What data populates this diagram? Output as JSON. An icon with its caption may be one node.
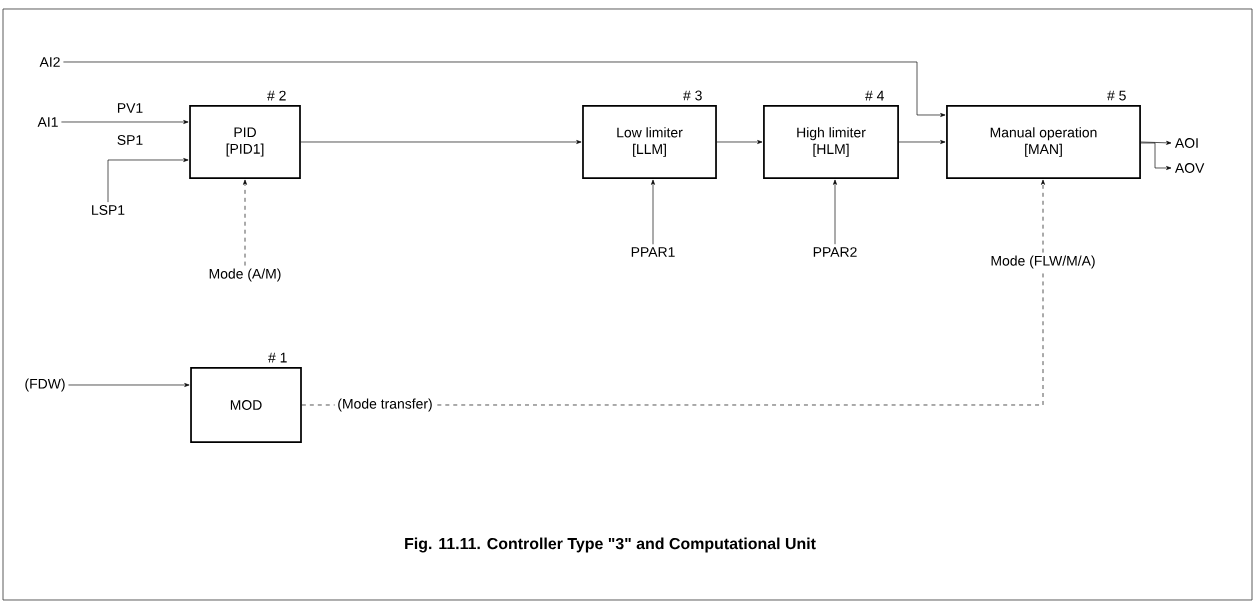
{
  "diagram": {
    "caption": "Fig. 11.11.   Controller Type \"3\" and Computational Unit",
    "nodes": [
      {
        "text": [
          "AI2"
        ]
      },
      {
        "text": [
          "AI1"
        ]
      },
      {
        "text": [
          "LSP1"
        ]
      },
      {
        "text": [
          "# 2",
          "PID [PID1]"
        ]
      },
      {
        "text": [
          "Mode (A/M)"
        ]
      },
      {
        "text": [
          "# 3",
          "Low limiter [LLM]"
        ]
      },
      {
        "text": [
          "PPAR1"
        ]
      },
      {
        "text": [
          "# 4",
          "High limiter [HLM]"
        ]
      },
      {
        "text": [
          "PPAR2"
        ]
      },
      {
        "text": [
          "# 5",
          "Manual operation [MAN]"
        ]
      },
      {
        "text": [
          "Mode (FLW/M/A)"
        ]
      },
      {
        "text": [
          "AOI"
        ]
      },
      {
        "text": [
          "AOV"
        ]
      },
      {
        "text": [
          "(FDW)"
        ]
      },
      {
        "text": [
          "# 1",
          "MOD"
        ]
      }
    ],
    "edges": [
      {
        "from": 0,
        "to": 9,
        "arrow": "to"
      },
      {
        "from": 1,
        "to": 3,
        "arrow": "to",
        "label": "PV1"
      },
      {
        "from": 2,
        "to": 3,
        "arrow": "to",
        "label": "SP1"
      },
      {
        "from": 4,
        "to": 3,
        "arrow": "to",
        "style": "dashed"
      },
      {
        "from": 3,
        "to": 5,
        "arrow": "to"
      },
      {
        "from": 6,
        "to": 5,
        "arrow": "to"
      },
      {
        "from": 5,
        "to": 7,
        "arrow": "to"
      },
      {
        "from": 8,
        "to": 7,
        "arrow": "to"
      },
      {
        "from": 7,
        "to": 9,
        "arrow": "to"
      },
      {
        "from": 10,
        "to": 9,
        "arrow": "to",
        "style": "dashed"
      },
      {
        "from": 9,
        "to": 11,
        "arrow": "to"
      },
      {
        "from": 9,
        "to": 12,
        "arrow": "to"
      },
      {
        "from": 13,
        "to": 14,
        "arrow": "to"
      },
      {
        "from": 14,
        "to": 10,
        "arrow": "none",
        "style": "dashed",
        "label": "(Mode transfer)"
      }
    ]
  }
}
